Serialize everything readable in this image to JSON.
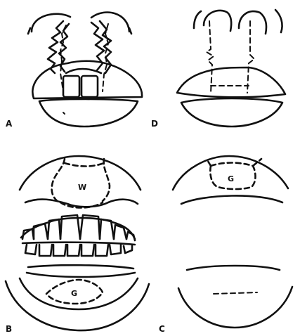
{
  "figure": {
    "panels": [
      {
        "id": "A",
        "label": "A"
      },
      {
        "id": "B",
        "label": "B"
      },
      {
        "id": "C",
        "label": "C"
      },
      {
        "id": "D",
        "label": "D"
      }
    ],
    "region_marks": {
      "panel_b_upper": "W",
      "panel_b_lower": "G",
      "panel_c_upper": "G"
    }
  }
}
